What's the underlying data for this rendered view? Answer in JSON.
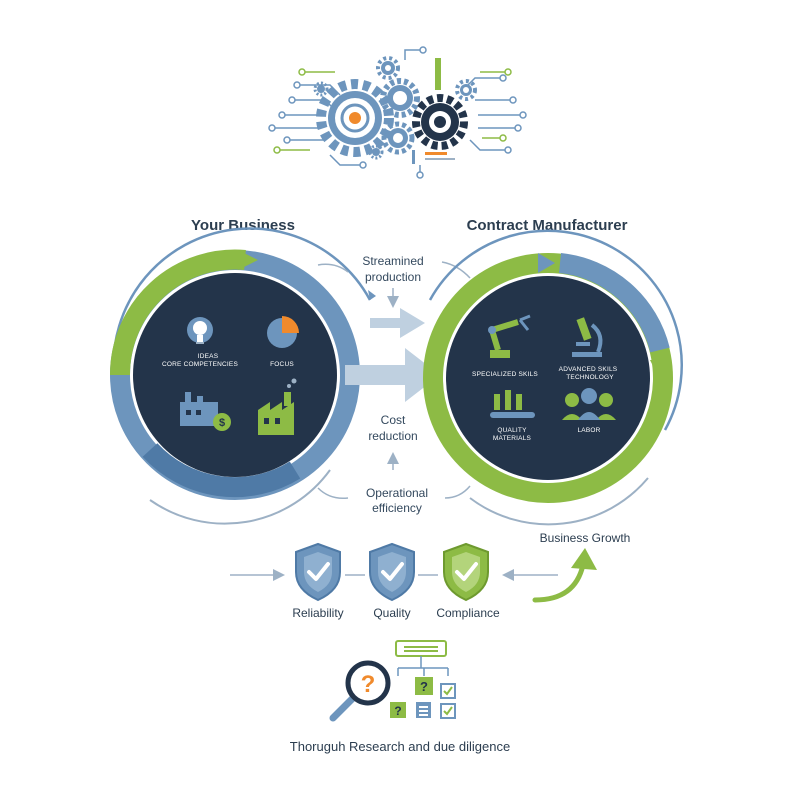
{
  "titles": {
    "left": "Your Business",
    "right": "Contract Manufacturer"
  },
  "middle": {
    "top_line1": "Streamined",
    "top_line2": "production",
    "center_line1": "Cost",
    "center_line2": "reduction",
    "bottom_line1": "Operational",
    "bottom_line2": "efficiency"
  },
  "left_circle": {
    "ideas": "IDEAS",
    "core": "CORE COMPETENCIES",
    "focus": "FOCUS"
  },
  "right_circle": {
    "specialized": "SPECIALIZED SKILS",
    "advanced1": "ADVANCED SKILS",
    "advanced2": "TECHNOLOGY",
    "quality1": "QUALITY",
    "quality2": "MATERIALS",
    "labor": "LABOR"
  },
  "shields": {
    "reliability": "Reliability",
    "quality": "Quality",
    "compliance": "Compliance"
  },
  "growth": "Business Growth",
  "research": "Thoruguh Research and due diligence",
  "colors": {
    "navy": "#23344a",
    "blue": "#6d95bd",
    "green": "#8dbb45",
    "orange": "#f08a2c"
  }
}
